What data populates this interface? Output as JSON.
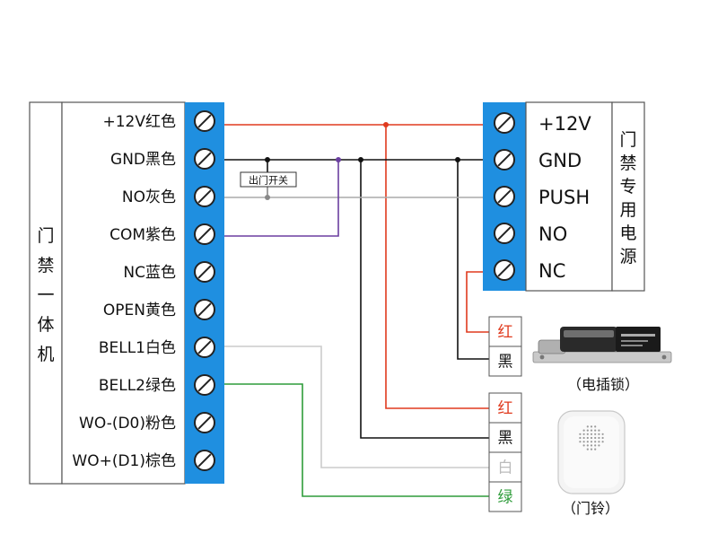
{
  "controller": {
    "title_chars": [
      "门",
      "禁",
      "一",
      "体",
      "机"
    ],
    "terminals": [
      "+12V红色",
      "GND黑色",
      "NO灰色",
      "COM紫色",
      "NC蓝色",
      "OPEN黄色",
      "BELL1白色",
      "BELL2绿色",
      "WO-(D0)粉色",
      "WO+(D1)棕色"
    ]
  },
  "power_supply": {
    "title_chars": [
      "门",
      "禁",
      "专",
      "用",
      "电",
      "源"
    ],
    "terminals": [
      "+12V",
      "GND",
      "PUSH",
      "NO",
      "NC"
    ]
  },
  "exit_switch": {
    "label": "出门开关"
  },
  "lock": {
    "caption": "（电插锁）",
    "wires": [
      {
        "label": "红",
        "color": "#e03a1e"
      },
      {
        "label": "黑",
        "color": "#111111"
      }
    ]
  },
  "bell": {
    "caption": "（门铃）",
    "wires": [
      {
        "label": "红",
        "color": "#e03a1e"
      },
      {
        "label": "黑",
        "color": "#111111"
      },
      {
        "label": "白",
        "color": "#bbbbbb"
      },
      {
        "label": "绿",
        "color": "#2e9c3a"
      }
    ]
  },
  "colors": {
    "terminal_blue": "#1f8fe0",
    "red": "#e03a1e",
    "black": "#111111",
    "gray": "#aaaaaa",
    "purple": "#6b3fa0",
    "white_wire": "#cccccc",
    "green": "#2e9c3a"
  }
}
